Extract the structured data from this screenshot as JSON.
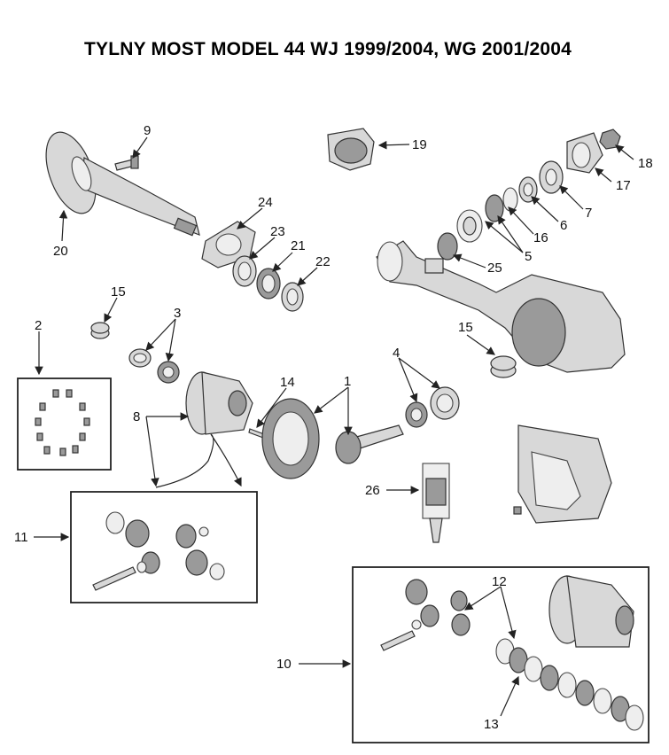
{
  "title": "TYLNY MOST MODEL 44 WJ 1999/2004, WG 2001/2004",
  "callouts": {
    "c1": "1",
    "c2": "2",
    "c3": "3",
    "c4": "4",
    "c5": "5",
    "c6": "6",
    "c7": "7",
    "c8": "8",
    "c9": "9",
    "c10": "10",
    "c11": "11",
    "c12": "12",
    "c13": "13",
    "c14": "14",
    "c15a": "15",
    "c15b": "15",
    "c16": "16",
    "c17": "17",
    "c18": "18",
    "c19": "19",
    "c20": "20",
    "c21": "21",
    "c22": "22",
    "c23": "23",
    "c24": "24",
    "c25": "25",
    "c26": "26"
  }
}
